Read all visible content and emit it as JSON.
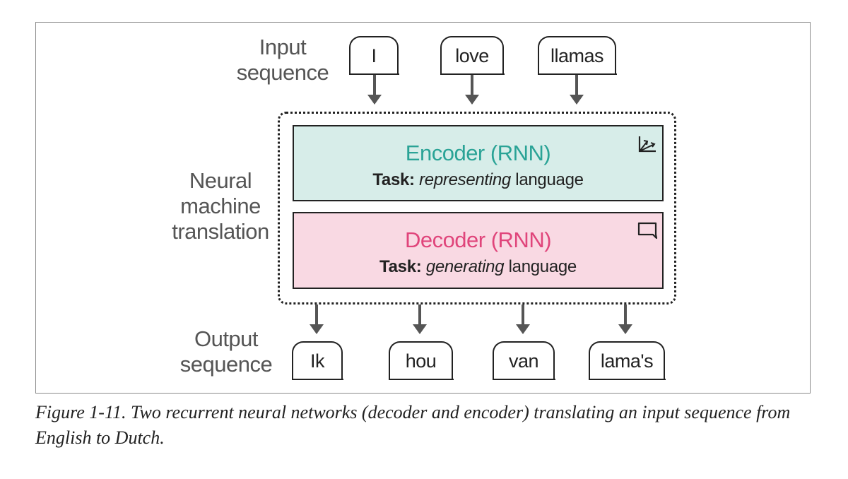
{
  "diagram": {
    "input_label": [
      "Input",
      "sequence"
    ],
    "nmt_label": [
      "Neural",
      "machine",
      "translation"
    ],
    "output_label": [
      "Output",
      "sequence"
    ],
    "input_tokens": [
      "I",
      "love",
      "llamas"
    ],
    "output_tokens": [
      "Ik",
      "hou",
      "van",
      "lama's"
    ],
    "encoder": {
      "title": "Encoder (RNN)",
      "task_key": "Task:",
      "task_emphasis": "representing",
      "task_rest": " language",
      "icon": "chart-axes-icon",
      "color": "#2aa396",
      "fill": "#d7ede9"
    },
    "decoder": {
      "title": "Decoder (RNN)",
      "task_key": "Task:",
      "task_emphasis": "generating",
      "task_rest": " language",
      "icon": "speech-bubble-icon",
      "color": "#e0457b",
      "fill": "#f9d9e3"
    }
  },
  "caption": "Figure 1-11. Two recurrent neural networks (decoder and encoder) translating an input sequence from English to Dutch."
}
